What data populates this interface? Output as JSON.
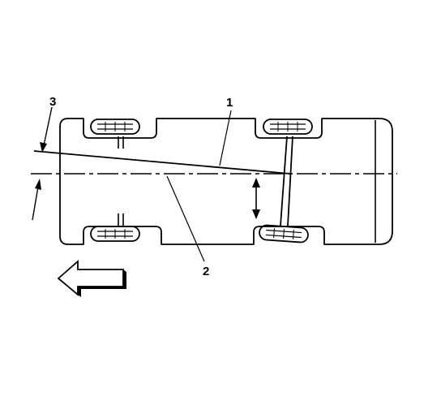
{
  "diagram": {
    "callouts": {
      "thrust_line": "1",
      "geometric_centerline": "2",
      "thrust_angle": "3"
    },
    "icons": {
      "vehicle": "vehicle-top-view-icon",
      "direction": "forward-arrow-icon"
    },
    "colors": {
      "line": "#000000",
      "background": "#ffffff"
    }
  }
}
